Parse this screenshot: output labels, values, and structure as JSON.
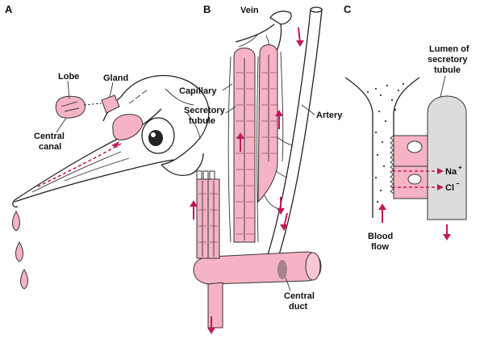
{
  "panels": {
    "a": {
      "letter": "A",
      "labels": {
        "lobe": "Lobe",
        "gland": "Gland",
        "central_canal_line1": "Central",
        "central_canal_line2": "canal"
      }
    },
    "b": {
      "letter": "B",
      "labels": {
        "vein": "Vein",
        "capillary": "Capillary",
        "secretory_tubule_line1": "Secretory",
        "secretory_tubule_line2": "tubule",
        "artery": "Artery",
        "central_duct_line1": "Central",
        "central_duct_line2": "duct"
      }
    },
    "c": {
      "letter": "C",
      "labels": {
        "lumen_line1": "Lumen of",
        "lumen_line2": "secretory",
        "lumen_line3": "tubule",
        "na_ion": "Na",
        "na_charge": "+",
        "cl_ion": "Cl",
        "cl_charge": "−",
        "blood_flow_line1": "Blood",
        "blood_flow_line2": "flow"
      }
    }
  },
  "colors": {
    "tissue_pink": "#f5b3c3",
    "arrow_red": "#c2185b",
    "lumen_gray": "#dcdcdc",
    "ink": "#222222"
  }
}
